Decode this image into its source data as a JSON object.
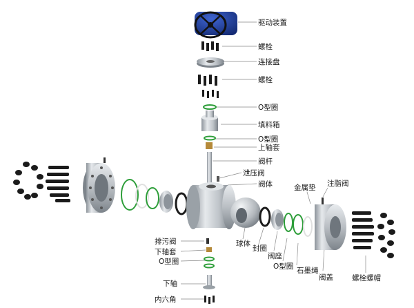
{
  "labels": {
    "actuator": "驱动装置",
    "bolt_top": "螺栓",
    "connecting_plate": "连接盘",
    "bolt_middle": "螺栓",
    "o_ring_1": "O型圈",
    "packing_box": "填料箱",
    "o_ring_2": "O型圈",
    "upper_bushing": "上轴套",
    "stem": "阀杆",
    "relief_valve": "泄压阀",
    "valve_body": "阀体",
    "metal_gasket": "金属垫",
    "grease_valve": "注脂阀",
    "drain_valve": "排污阀",
    "lower_bushing": "下轴套",
    "o_ring_3": "O型圈",
    "ball": "球体",
    "seal_ring": "封圈",
    "valve_seat": "阀座",
    "o_ring_4": "O型圈",
    "graphite_rope": "石墨绳",
    "bonnet": "阀盖",
    "stud_nut": "螺栓螺帽",
    "lower_shaft": "下轴",
    "hex_socket": "内六角"
  },
  "colors": {
    "actuator_blue": "#1f3f9e",
    "steel": "#c4c8cc",
    "steel_dark": "#7d848b",
    "o_ring_green": "#2e9e3a",
    "bolt_black": "#1b1b1b",
    "brass": "#b58a3a",
    "leader_line": "#888888"
  }
}
